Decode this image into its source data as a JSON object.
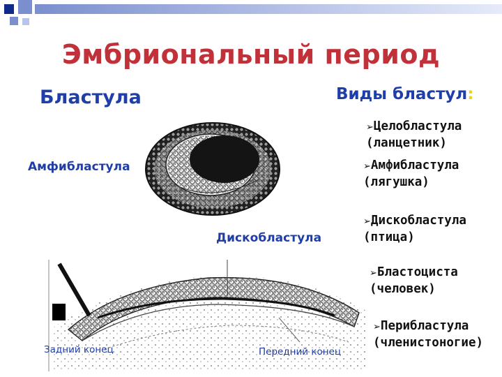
{
  "title": "Эмбриональный период",
  "left_heading": "Бластула",
  "right_heading": "Виды бластул",
  "right_heading_colon": ":",
  "figure_labels": {
    "amphiblastula": "Амфибластула",
    "discoblastula": "Дискобластула",
    "posterior_end": "Задний конец",
    "anterior_end": "Передний конец"
  },
  "blastula_types": [
    {
      "line1": "Целобластула",
      "line2": "(ланцетник)"
    },
    {
      "line1": "Амфибластула",
      "line2": "(лягушка)"
    },
    {
      "line1": "Дискобластула",
      "line2": "(птица)"
    },
    {
      "line1": "Бластоциста",
      "line2": "(человек)"
    },
    {
      "line1": "Перибластула",
      "line2": "(членистоногие)"
    }
  ],
  "colors": {
    "title": "#c0313a",
    "heading": "#1f3ea8",
    "colon": "#e8d21a",
    "corner_squares": "#7b8fce"
  }
}
